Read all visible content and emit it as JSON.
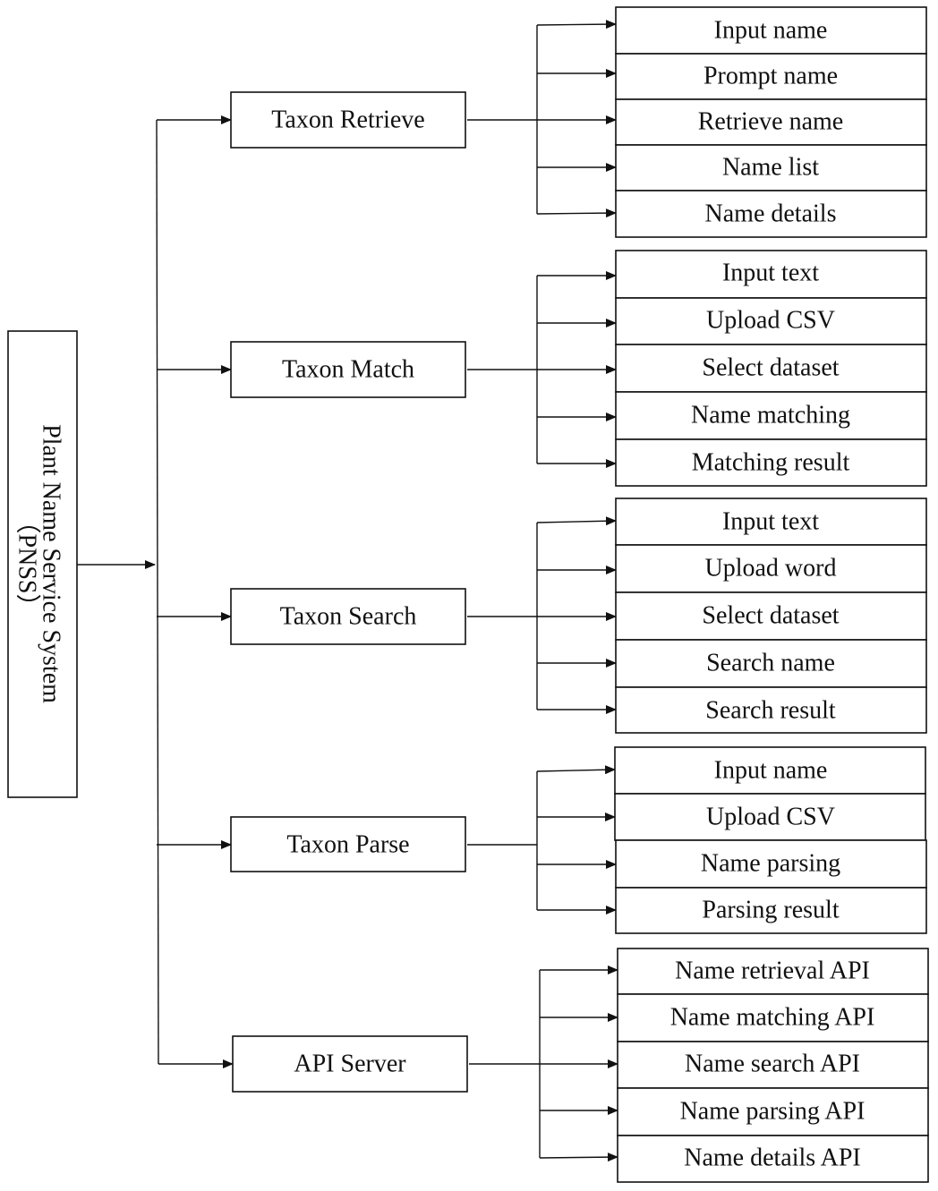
{
  "root": {
    "label": "Plant Name Service System",
    "abbrev": "（PNSS）"
  },
  "modules": [
    {
      "label": "Taxon Retrieve",
      "items": [
        "Input name",
        "Prompt name",
        "Retrieve name",
        "Name list",
        "Name details"
      ]
    },
    {
      "label": "Taxon Match",
      "items": [
        "Input text",
        "Upload CSV",
        "Select dataset",
        "Name matching",
        "Matching result"
      ]
    },
    {
      "label": "Taxon Search",
      "items": [
        "Input text",
        "Upload word",
        "Select dataset",
        "Search name",
        "Search result"
      ]
    },
    {
      "label": "Taxon Parse",
      "items": [
        "Input name",
        "Upload CSV",
        "Name parsing",
        "Parsing result"
      ]
    },
    {
      "label": "API Server",
      "items": [
        "Name retrieval API",
        "Name matching API",
        "Name search API",
        "Name parsing API",
        "Name details API"
      ]
    }
  ]
}
